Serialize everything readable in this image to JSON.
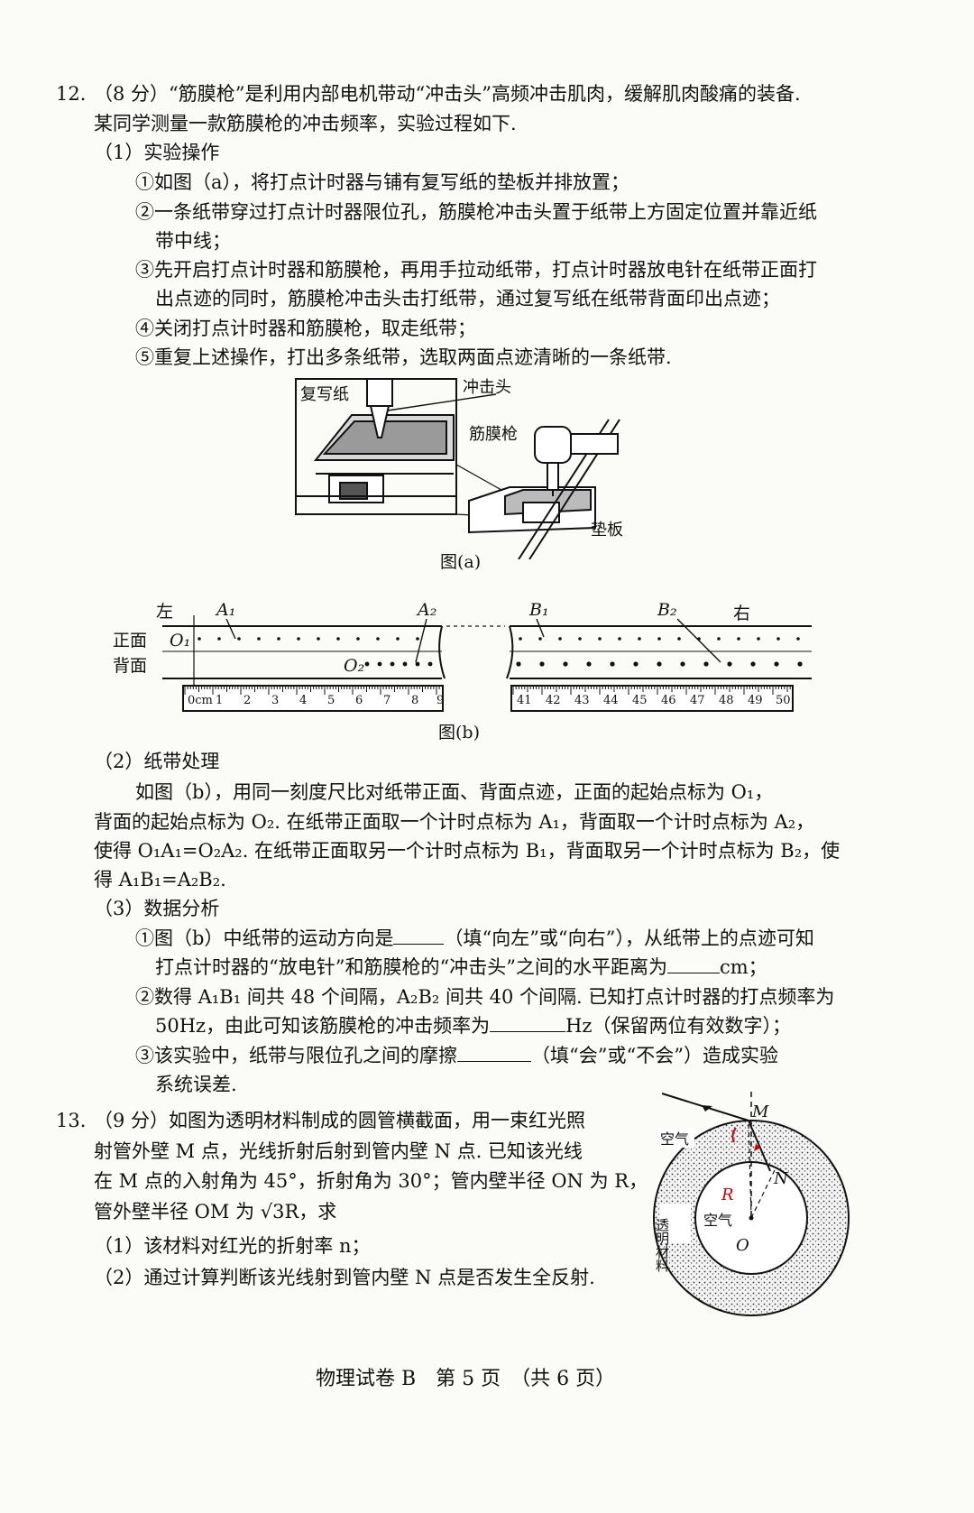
{
  "q12": {
    "num": "12.",
    "intro1": "（8 分）“筋膜枪”是利用内部电机带动“冲击头”高频冲击肌肉，缓解肌肉酸痛的装备.",
    "intro2": "某同学测量一款筋膜枪的冲击频率，实验过程如下.",
    "s1_title": "（1）实验操作",
    "step1": "①如图（a），将打点计时器与铺有复写纸的垫板并排放置；",
    "step2a": "②一条纸带穿过打点计时器限位孔，筋膜枪冲击头置于纸带上方固定位置并靠近纸",
    "step2b": "带中线；",
    "step3a": "③先开启打点计时器和筋膜枪，再用手拉动纸带，打点计时器放电针在纸带正面打",
    "step3b": "出点迹的同时，筋膜枪冲击头击打纸带，通过复写纸在纸带背面印出点迹；",
    "step4": "④关闭打点计时器和筋膜枪，取走纸带；",
    "step5": "⑤重复上述操作，打出多条纸带，选取两面点迹清晰的一条纸带.",
    "figA": {
      "label_paper": "复写纸",
      "label_head": "冲击头",
      "label_gun": "筋膜枪",
      "label_pad": "垫板",
      "caption": "图(a)"
    },
    "figB": {
      "left": "左",
      "right": "右",
      "front": "正面",
      "back": "背面",
      "O1": "O₁",
      "O2": "O₂",
      "A1": "A₁",
      "A2": "A₂",
      "B1": "B₁",
      "B2": "B₂",
      "ruler_left": [
        "0cm",
        "1",
        "2",
        "3",
        "4",
        "5",
        "6",
        "7",
        "8",
        "9"
      ],
      "ruler_right": [
        "41",
        "42",
        "43",
        "44",
        "45",
        "46",
        "47",
        "48",
        "49",
        "50"
      ],
      "caption": "图(b)"
    },
    "s2_title": "（2）纸带处理",
    "p2_1": "如图（b），用同一刻度尺比对纸带正面、背面点迹，正面的起始点标为 O₁，",
    "p2_2": "背面的起始点标为 O₂. 在纸带正面取一个计时点标为 A₁，背面取一个计时点标为 A₂，",
    "p2_3": "使得 O₁A₁=O₂A₂. 在纸带正面取另一个计时点标为 B₁，背面取另一个计时点标为 B₂，使",
    "p2_4": "得 A₁B₁=A₂B₂.",
    "s3_title": "（3）数据分析",
    "a1_pre": "①图（b）中纸带的运动方向是",
    "a1_mid": "（填“向左”或“向右”），从纸带上的点迹可知",
    "a1b_pre": "打点计时器的“放电针”和筋膜枪的“冲击头”之间的水平距离为",
    "a1b_unit": "cm；",
    "a2_line1": "②数得 A₁B₁ 间共 48 个间隔，A₂B₂ 间共 40 个间隔. 已知打点计时器的打点频率为",
    "a2_pre": "50Hz，由此可知该筋膜枪的冲击频率为",
    "a2_post": "Hz（保留两位有效数字）；",
    "a3_pre": "③该实验中，纸带与限位孔之间的摩擦",
    "a3_post": "（填“会”或“不会”）造成实验",
    "a3b": "系统误差."
  },
  "q13": {
    "num": "13.",
    "line1": "（9 分）如图为透明材料制成的圆管横截面，用一束红光照",
    "line2": "射管外壁 M 点，光线折射后射到管内壁 N 点. 已知该光线",
    "line3": "在 M 点的入射角为 45°，折射角为 30°；管内壁半径 ON 为 R，",
    "line4": "管外壁半径 OM 为 √3R，求",
    "q1": "（1）该材料对红光的折射率 n；",
    "q2": "（2）通过计算判断该光线射到管内壁 N 点是否发生全反射.",
    "fig": {
      "air_out": "空气",
      "air_in": "空气",
      "material": "透明材料",
      "M": "M",
      "N": "N",
      "O": "O"
    }
  },
  "footer": "物理试卷 B　第 5 页　（共 6 页）"
}
